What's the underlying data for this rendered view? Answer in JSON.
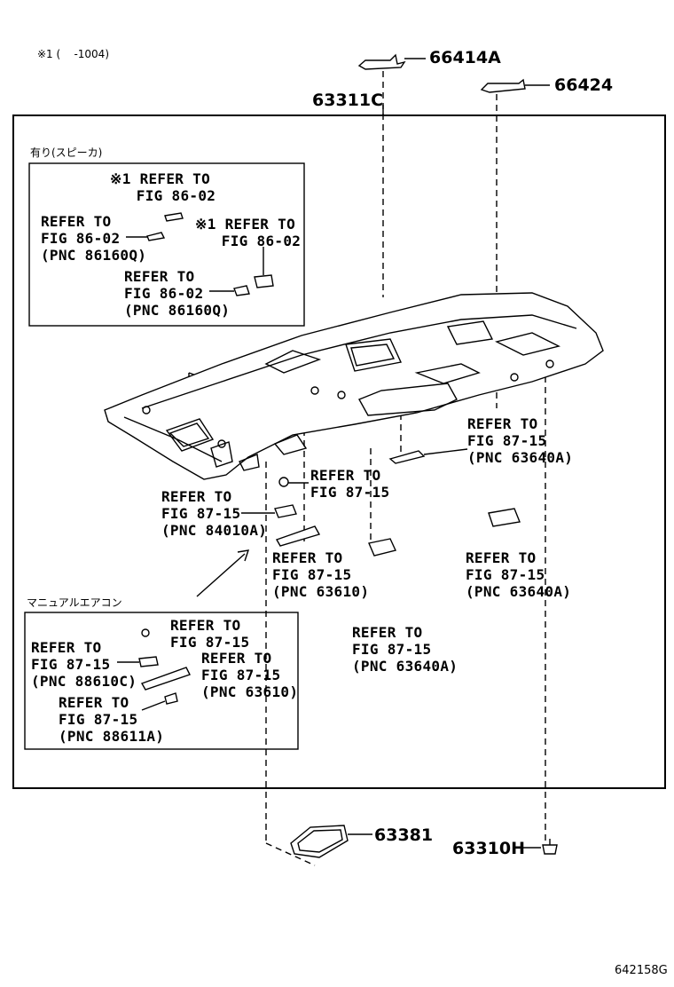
{
  "note_top": "※1 (    -1004)",
  "part_numbers": {
    "p66414A": "66414A",
    "p66424": "66424",
    "p63311C": "63311C",
    "p63381": "63381",
    "p63310H": "63310H"
  },
  "speaker_group": {
    "title": "有り(スピーカ)",
    "ref1": "※1 REFER TO\n   FIG 86-02",
    "ref2": "REFER TO\nFIG 86-02\n(PNC 86160Q)",
    "ref3": "※1 REFER TO\n   FIG 86-02",
    "ref4": "REFER TO\nFIG 86-02\n(PNC 86160Q)"
  },
  "main_refs": {
    "r1": "REFER TO\nFIG 87-15\n(PNC 63640A)",
    "r2": "REFER TO\nFIG 87-15",
    "r3": "REFER TO\nFIG 87-15\n(PNC 84010A)",
    "r4": "REFER TO\nFIG 87-15\n(PNC 63610)",
    "r5": "REFER TO\nFIG 87-15\n(PNC 63640A)",
    "r6": "REFER TO\nFIG 87-15\n(PNC 63640A)"
  },
  "manual_ac_group": {
    "title": "マニュアルエアコン",
    "ref1": "REFER TO\nFIG 87-15",
    "ref2": "REFER TO\nFIG 87-15\n(PNC 88610C)",
    "ref3": "REFER TO\nFIG 87-15\n(PNC 63610)",
    "ref4": "REFER TO\nFIG 87-15\n(PNC 88611A)"
  },
  "figure_code": "642158G"
}
